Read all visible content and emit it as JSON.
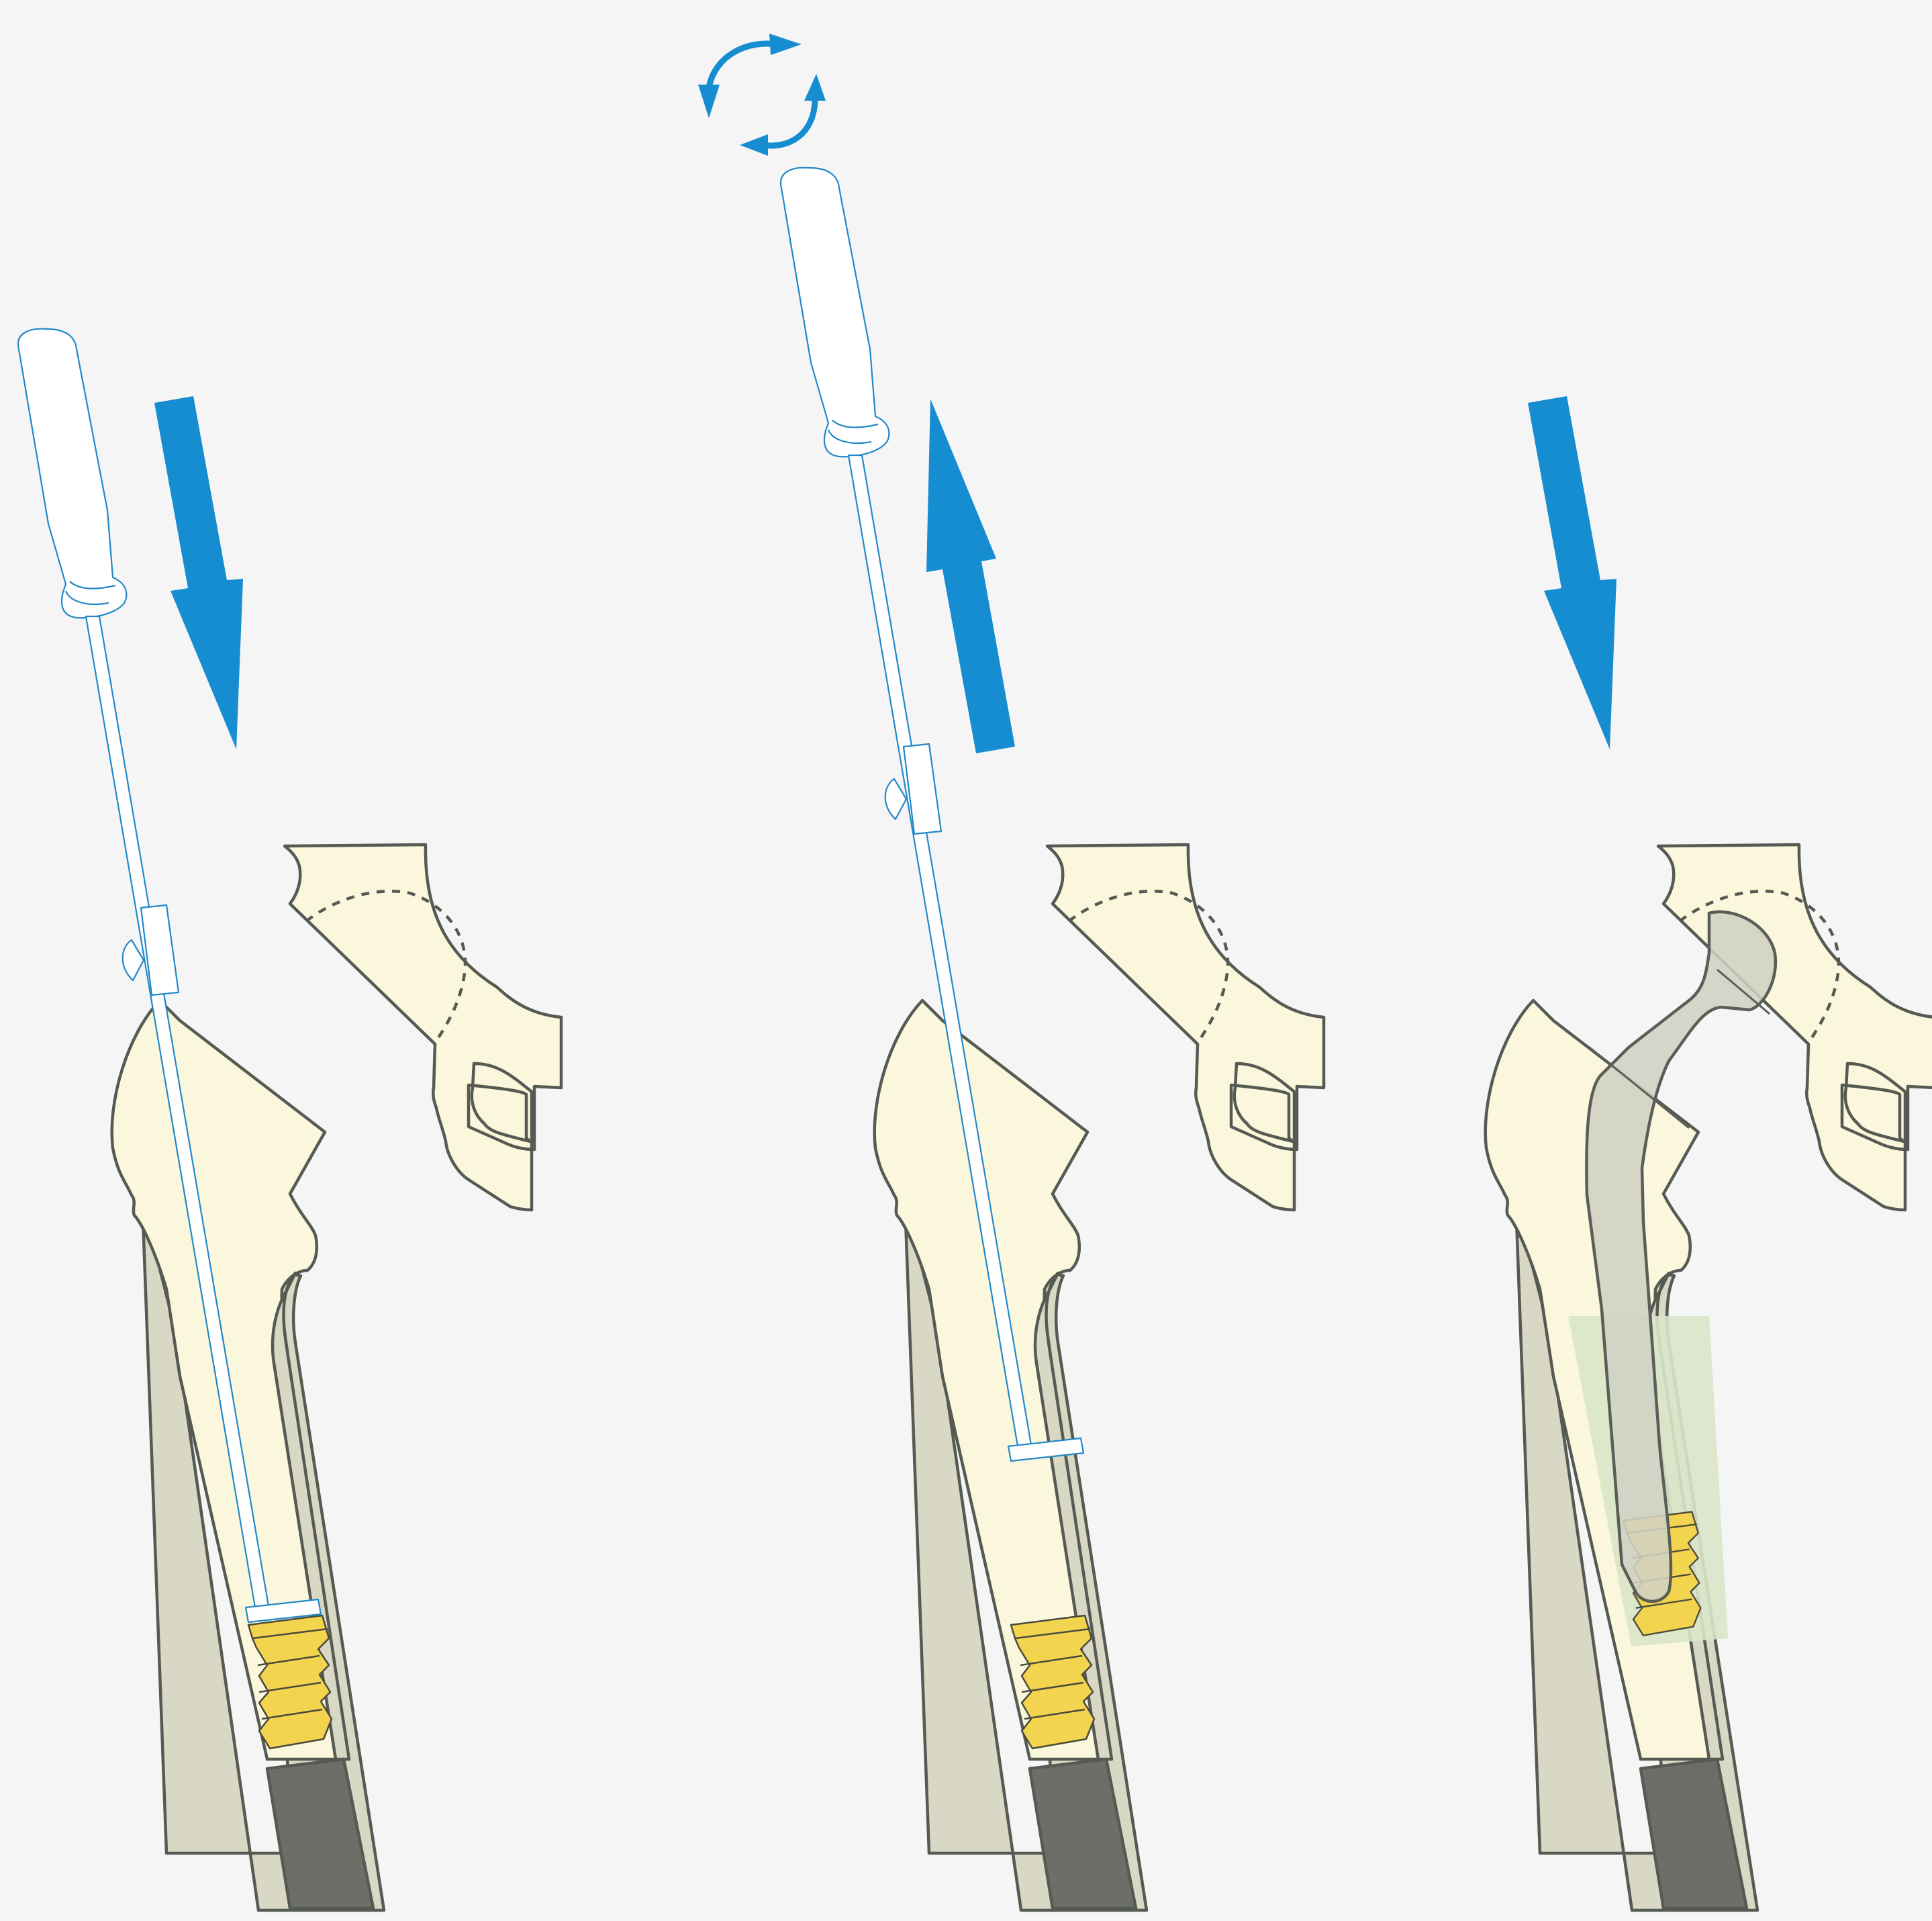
{
  "diagram": {
    "panels": [
      {
        "id": "insert",
        "arrow": "down"
      },
      {
        "id": "remove",
        "arrow": "up",
        "rotation": true
      },
      {
        "id": "stem",
        "arrow": "down"
      }
    ],
    "colors": {
      "background": "#f5f5f6",
      "bone": "#faf7dc",
      "cortex": "#d8d8c4",
      "marrow": "#6d6e67",
      "plug": "#f2d44f",
      "instrument": "#ffffff",
      "instrument_outline": "#2288c8",
      "arrow": "#168dd0",
      "stem": "#d2d4c6",
      "cement": "#d9e6c9"
    },
    "icons": [
      "down-arrow-icon",
      "up-arrow-icon",
      "rotate-icon"
    ]
  }
}
